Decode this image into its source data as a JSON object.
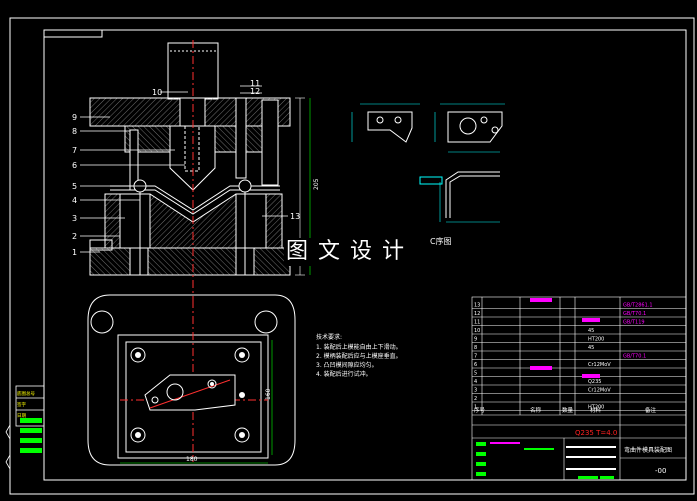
{
  "watermark_title": "图文设计",
  "view_label": "C序图",
  "part_numbers_left": [
    "9",
    "8",
    "7",
    "6",
    "5",
    "4",
    "3",
    "2",
    "1"
  ],
  "part_numbers_top": [
    "10",
    "11",
    "12"
  ],
  "part_number_right": "13",
  "dimension_labels": {
    "plan_width": "180",
    "plan_height": "160",
    "side_height": "205"
  },
  "tech_requirements": {
    "heading": "技术要求:",
    "items": [
      "1. 装配后上模能自由上下滑动。",
      "2. 模柄装配后应与上模座垂直。",
      "3. 凸凹模间隙应均匀。",
      "4. 装配后进行试冲。"
    ]
  },
  "bom": {
    "rows": [
      {
        "no": "13",
        "name": "",
        "qty": "",
        "mat": "",
        "std": "GB/T2861.1"
      },
      {
        "no": "12",
        "name": "",
        "qty": "",
        "mat": "",
        "std": "GB/T70.1"
      },
      {
        "no": "11",
        "name": "",
        "qty": "",
        "mat": "",
        "std": "GB/T119"
      },
      {
        "no": "10",
        "name": "",
        "qty": "",
        "mat": "45",
        "std": ""
      },
      {
        "no": "9",
        "name": "",
        "qty": "",
        "mat": "HT200",
        "std": ""
      },
      {
        "no": "8",
        "name": "",
        "qty": "",
        "mat": "45",
        "std": ""
      },
      {
        "no": "7",
        "name": "",
        "qty": "",
        "mat": "",
        "std": "GB/T70.1"
      },
      {
        "no": "6",
        "name": "",
        "qty": "",
        "mat": "Cr12MoV",
        "std": ""
      },
      {
        "no": "5",
        "name": "",
        "qty": "",
        "mat": "",
        "std": ""
      },
      {
        "no": "4",
        "name": "",
        "qty": "",
        "mat": "Q235",
        "std": ""
      },
      {
        "no": "3",
        "name": "",
        "qty": "",
        "mat": "Cr12MoV",
        "std": ""
      },
      {
        "no": "2",
        "name": "",
        "qty": "",
        "mat": "",
        "std": ""
      },
      {
        "no": "1",
        "name": "",
        "qty": "",
        "mat": "HT200",
        "std": ""
      }
    ],
    "header": [
      "序号",
      "名称",
      "数量",
      "材料",
      "备注"
    ],
    "material_line": "Q235 T=4.0",
    "drawing_title": "弯曲件模具装配图",
    "drawing_number": "-00"
  },
  "left_block_labels": [
    "底图总号",
    "签字",
    "日期"
  ],
  "colors": {
    "background": "#000000",
    "line": "#ffffff",
    "hatch": "#4a4a4a",
    "accent_magenta": "#ff00ff",
    "accent_green": "#00ff00",
    "accent_cyan": "#00ffff",
    "accent_red": "#ff2020",
    "accent_yellow": "#ffff00"
  }
}
